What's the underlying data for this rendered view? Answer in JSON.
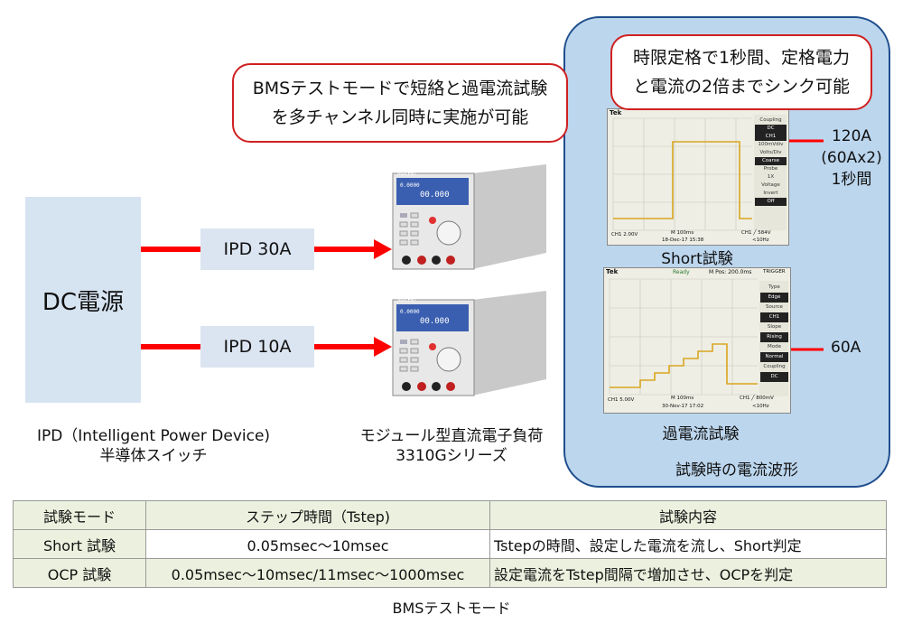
{
  "dc_source": {
    "label": "DC電源"
  },
  "ipd_boxes": [
    {
      "label": "IPD 30A"
    },
    {
      "label": "IPD 10A"
    }
  ],
  "ipd_caption": {
    "line1": "IPD（Intelligent Power Device)",
    "line2": "半導体スイッチ"
  },
  "load_caption": {
    "line1": "モジュール型直流電子負荷",
    "line2": "3310Gシリーズ"
  },
  "callout_left": {
    "line1": "BMSテストモードで短絡と過電流試験",
    "line2": "を多チャンネル同時に実施が可能"
  },
  "callout_right": {
    "line1": "時限定格で1秒間、定格電力",
    "line2": "と電流の2倍までシンク可能"
  },
  "short_annotation": {
    "line1": "120A",
    "line2": "(60Ax2)",
    "line3": "1秒間"
  },
  "short_label": "Short試験",
  "ocp_annotation": "60A",
  "ocp_label": "過電流試験",
  "panel_caption": "試験時の電流波形",
  "scope_short": {
    "brand": "Tek",
    "menu": [
      "Coupling",
      "DC",
      "CH1",
      "100mVdiv",
      "Volts/Div",
      "Coarse",
      "Probe",
      "1X",
      "Voltage",
      "Invert",
      "Off"
    ],
    "bottom_left": "CH1  2.00V",
    "bottom_mid": "M 100ms",
    "bottom_date": "18-Dec-17 15:38",
    "bottom_right": "CH1 ╱ 584V",
    "bottom_right2": "<10Hz"
  },
  "scope_ocp": {
    "brand": "Tek",
    "status": "Ready",
    "mpos": "M Pos: 200.0ms",
    "trigger": "TRIGGER",
    "menu": [
      "Type",
      "Edge",
      "Source",
      "CH1",
      "Slope",
      "Rising",
      "Mode",
      "Normal",
      "Coupling",
      "DC"
    ],
    "bottom_left": "CH1  5.00V",
    "bottom_mid": "M 100ms",
    "bottom_date": "30-Nov-17 17:02",
    "bottom_right": "CH1 ╱ 800mV",
    "bottom_right2": "<10Hz"
  },
  "load_units": [
    {
      "brand": "AGILENT"
    },
    {
      "brand": "AGILENT"
    }
  ],
  "table": {
    "headers": [
      "試験モード",
      "ステップ時間（Tstep)",
      "試験内容"
    ],
    "rows": [
      [
        "Short 試験",
        "0.05msec～10msec",
        "Tstepの時間、設定した電流を流し、Short判定"
      ],
      [
        "OCP 試験",
        "0.05msec～10msec/11msec～1000msec",
        "設定電流をTstep間隔で増加させ、OCPを判定"
      ]
    ],
    "caption": "BMSテストモード"
  },
  "colors": {
    "arrow": "#ff0000",
    "callout_border": "#d02020",
    "panel_fill": "#bcd6ee",
    "panel_border": "#1f4e8c",
    "trace": "#d9a520"
  }
}
